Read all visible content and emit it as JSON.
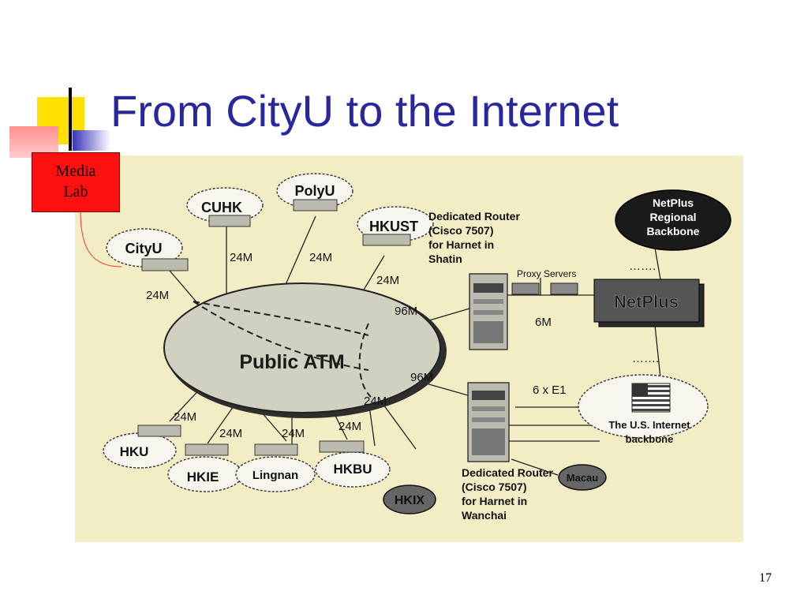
{
  "slide": {
    "title": "From CityU to the Internet",
    "page_number": "17",
    "badge": {
      "line1": "Media",
      "line2": "Lab"
    }
  },
  "diagram": {
    "nodes": {
      "polyu": "PolyU",
      "cuhk": "CUHK",
      "hkust": "HKUST",
      "cityu": "CityU",
      "public_atm": "Public ATM",
      "hku": "HKU",
      "hkie": "HKIE",
      "lingnan": "Lingnan",
      "hkbu": "HKBU",
      "hkix": "HKIX",
      "macau": "Macau",
      "netplus_backbone": [
        "NetPlus",
        "Regional",
        "Backbone"
      ],
      "netplus": "NetPlus",
      "us_internet": [
        "The U.S. Internet",
        "backbone"
      ],
      "proxy_servers": "Proxy Servers"
    },
    "router_shatin": [
      "Dedicated Router",
      "(Cisco 7507)",
      "for Harnet in",
      "Shatin"
    ],
    "router_wanchai": [
      "Dedicated Router",
      "(Cisco 7507)",
      "for Harnet in",
      "Wanchai"
    ],
    "links": {
      "cuhk": "24M",
      "polyu": "24M",
      "hkust": "24M",
      "cityu": "24M",
      "shatin": "96M",
      "wanchai": "96M",
      "hku": "24M",
      "hkie": "24M",
      "lingnan": "24M",
      "hkbu": "24M",
      "wanchai_hkbu": "24M",
      "netplus_link": "6M",
      "e1": "6 x E1",
      "dots": "……."
    },
    "colors": {
      "paper": "#f3edc6",
      "ellipse": "#d2d0c0",
      "ink": "#222222",
      "title": "#27279e",
      "badge": "#ff1010"
    }
  }
}
